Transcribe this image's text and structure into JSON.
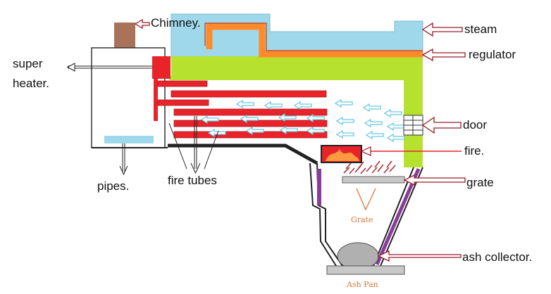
{
  "labels": {
    "chimney": "Chimney.",
    "steam": "steam",
    "regulator": "regulator",
    "super_heater_line1": "super",
    "super_heater_line2": "heater.",
    "door": "door",
    "fire": "fire.",
    "grate": "grate",
    "pipes": "pipes.",
    "fire_tubes": "fire tubes",
    "grate_drawn": "Grate",
    "ash_collector": "ash collector.",
    "ash_pan": "Ash Pan"
  },
  "colors": {
    "steam_space": "#9fd8ea",
    "water_boiler": "#b6e12e",
    "regulator": "#ff8a2a",
    "tubes": "#e8232a",
    "chimney": "#a9735a",
    "fire_box": "#e8232a",
    "grate_drawn_text": "#d8763a",
    "arrow_outline": "#9a1a2a",
    "flow_arrow": "#67c6e5",
    "frame": "#222222",
    "chute": "#8a3a9a"
  }
}
